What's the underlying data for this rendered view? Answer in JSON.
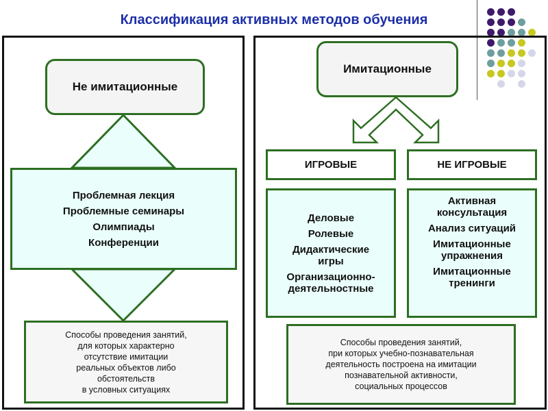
{
  "title": "Классификация активных методов обучения",
  "colors": {
    "accent_green": "#2d6e22",
    "title_blue": "#1c2fa8",
    "dot_purple": "#3f1a6b",
    "dot_teal": "#6e9e9e",
    "dot_yellow": "#c8c820",
    "dot_lavender": "#d6d6ea"
  },
  "left": {
    "heading": "Не имитационные",
    "methods": [
      "Проблемная лекция",
      "Проблемные семинары",
      "Олимпиады",
      "Конференции"
    ],
    "note": [
      "Способы проведения занятий,",
      "для которых  характерно",
      "отсутствие имитации",
      "реальных объектов либо",
      "обстоятельств",
      "в условных ситуациях"
    ]
  },
  "right": {
    "heading": "Имитационные",
    "games_header": "ИГРОВЫЕ",
    "nongames_header": "НЕ ИГРОВЫЕ",
    "games": [
      "Деловые",
      "Ролевые",
      "Дидактические игры",
      "Организационно-деятельностные"
    ],
    "nongames": [
      "Активная консультация",
      "Анализ ситуаций",
      "Имитационные упражнения",
      "Имитационные тренинги"
    ],
    "note": [
      "Способы проведения занятий,",
      "при которых учебно-познавательная",
      "деятельность построена на имитации",
      "познавательной активности,",
      "социальных процессов"
    ]
  }
}
